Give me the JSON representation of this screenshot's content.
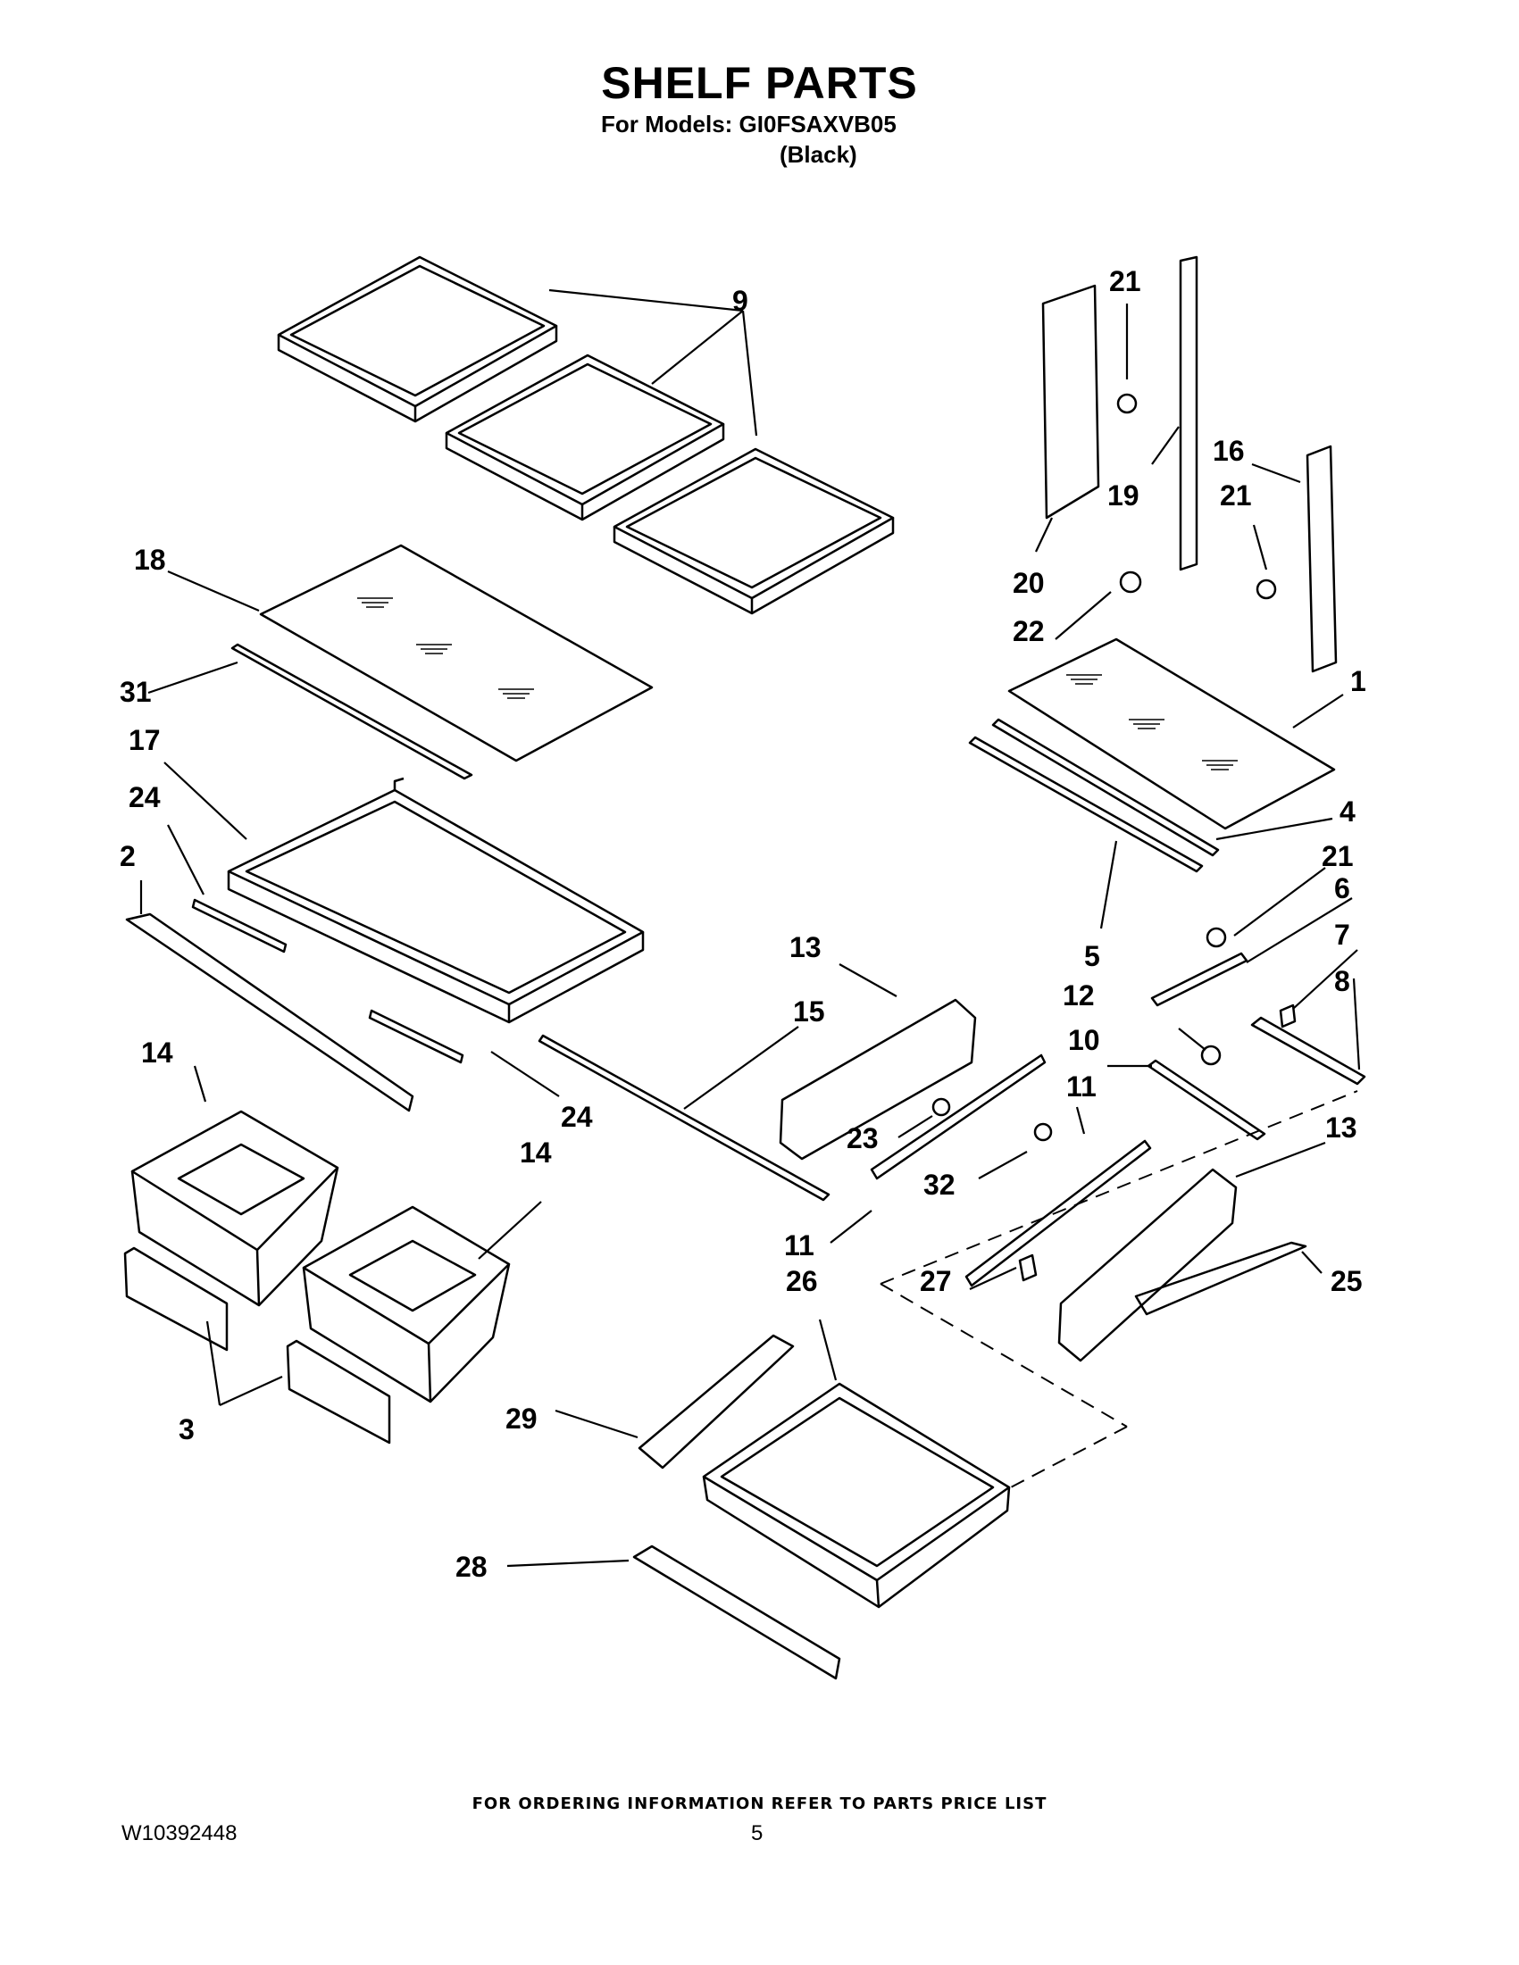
{
  "header": {
    "title": "SHELF PARTS",
    "models_line": "For Models: GI0FSAXVB05",
    "color_line": "(Black)"
  },
  "footer": {
    "ordering_note": "FOR ORDERING INFORMATION REFER TO PARTS PRICE LIST",
    "doc_number": "W10392448",
    "page_number": "5"
  },
  "callouts": [
    "9",
    "21",
    "19",
    "16",
    "21",
    "20",
    "22",
    "18",
    "31",
    "1",
    "17",
    "4",
    "24",
    "2",
    "21",
    "6",
    "7",
    "5",
    "13",
    "8",
    "12",
    "15",
    "10",
    "14",
    "11",
    "13",
    "24",
    "23",
    "32",
    "14",
    "11",
    "27",
    "25",
    "26",
    "29",
    "3",
    "28"
  ]
}
